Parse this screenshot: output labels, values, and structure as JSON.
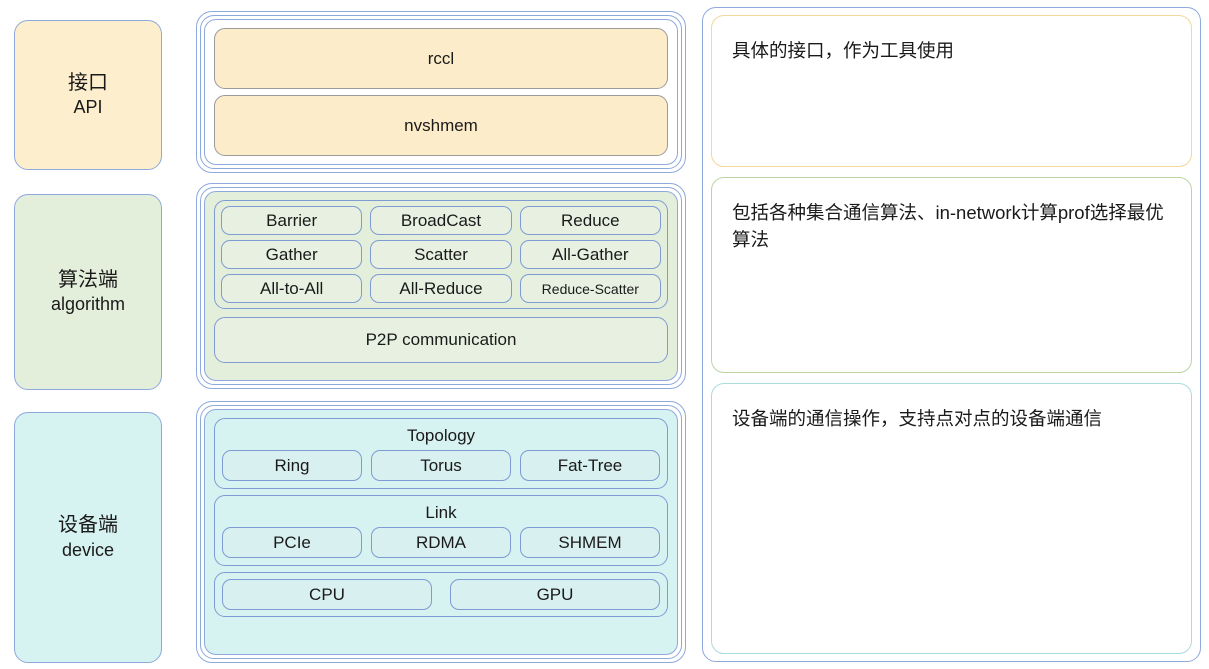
{
  "layers": [
    {
      "id": "api",
      "cn": "接口",
      "en": "API",
      "fill": "#FDEFCD",
      "border": "#8EA9DB"
    },
    {
      "id": "algorithm",
      "cn": "算法端",
      "en": "algorithm",
      "fill": "#E3EFDB",
      "border": "#8EA9DB"
    },
    {
      "id": "device",
      "cn": "设备端",
      "en": "device",
      "fill": "#D6F2F1",
      "border": "#8EA9DB"
    }
  ],
  "api_layer": {
    "items": [
      "rccl",
      "nvshmem"
    ]
  },
  "algorithm_layer": {
    "collectives": [
      [
        "Barrier",
        "BroadCast",
        "Reduce"
      ],
      [
        "Gather",
        "Scatter",
        "All-Gather"
      ],
      [
        "All-to-All",
        "All-Reduce",
        "Reduce-Scatter"
      ]
    ],
    "p2p": "P2P communication"
  },
  "device_layer": {
    "topology": {
      "title": "Topology",
      "items": [
        "Ring",
        "Torus",
        "Fat-Tree"
      ]
    },
    "link": {
      "title": "Link",
      "items": [
        "PCIe",
        "RDMA",
        "SHMEM"
      ]
    },
    "compute": [
      "CPU",
      "GPU"
    ]
  },
  "notes": [
    {
      "id": "api",
      "text": "具体的接口，作为工具使用",
      "border": "#F3D79B"
    },
    {
      "id": "algorithm",
      "text": "包括各种集合通信算法、in-network计算prof选择最优算法",
      "border": "#BBD5A4"
    },
    {
      "id": "device",
      "text": "设备端的通信操作，支持点对点的设备端通信",
      "border": "#A9DCDB"
    }
  ],
  "colors": {
    "frame_blue": "#8EA9DB",
    "api_fill": "#FCECC9",
    "algo_fill": "#E8F1E1",
    "device_fill": "#D8F0EF"
  }
}
